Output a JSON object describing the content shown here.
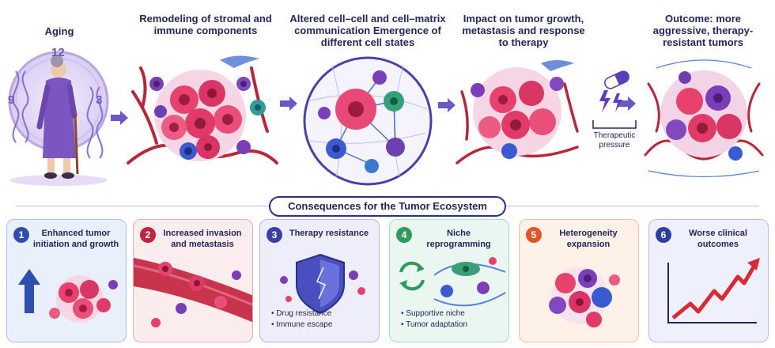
{
  "stages": [
    {
      "title": "Aging"
    },
    {
      "title": "Remodeling of stromal and immune components"
    },
    {
      "title": "Altered cell–cell and cell–matrix communication Emergence of different cell states"
    },
    {
      "title": "Impact on tumor growth, metastasis and response to therapy"
    },
    {
      "title": "Outcome: more aggressive, therapy-resistant tumors"
    }
  ],
  "clock_numbers": [
    "12",
    "9",
    "3"
  ],
  "therapy_label": "Therapeutic pressure",
  "banner": "Consequences for the Tumor Ecosystem",
  "cards": [
    {
      "num": "1",
      "title": "Enhanced tumor initiation and growth",
      "color": "#2f4fb0",
      "bg": "#eaf0fb",
      "border": "#aebde6",
      "bullets": []
    },
    {
      "num": "2",
      "title": "Increased invasion and metastasis",
      "color": "#c0243e",
      "bg": "#fbecee",
      "border": "#e8aab5",
      "bullets": []
    },
    {
      "num": "3",
      "title": "Therapy resistance",
      "color": "#3b3fa8",
      "bg": "#eeeefb",
      "border": "#b4b6e6",
      "bullets": [
        "Drug resistance",
        "Immune escape"
      ]
    },
    {
      "num": "4",
      "title": "Niche reprogramming",
      "color": "#2f9a5a",
      "bg": "#eaf7f1",
      "border": "#a6dcc0",
      "bullets": [
        "Supportive niche",
        "Tumor adaptation"
      ]
    },
    {
      "num": "5",
      "title": "Heterogeneity expansion",
      "color": "#e0552a",
      "bg": "#fdf1e8",
      "border": "#f0c1a1",
      "bullets": []
    },
    {
      "num": "6",
      "title": "Worse clinical outcomes",
      "color": "#2f3fa0",
      "bg": "#eef1fb",
      "border": "#b4bde6",
      "bullets": []
    }
  ]
}
